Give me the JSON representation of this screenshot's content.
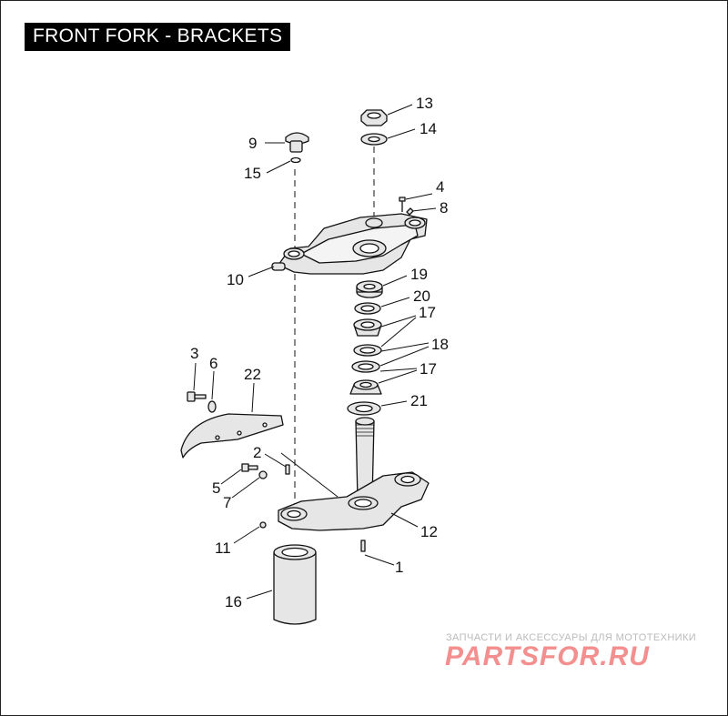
{
  "title": "FRONT FORK - BRACKETS",
  "watermark": {
    "tagline": "ЗАПЧАСТИ И АКСЕССУАРЫ ДЛЯ МОТОТЕХНИКИ",
    "logo": "PARTSFOR.RU"
  },
  "callouts": [
    "1",
    "2",
    "3",
    "4",
    "5",
    "6",
    "7",
    "8",
    "9",
    "10",
    "11",
    "12",
    "13",
    "14",
    "15",
    "16",
    "17",
    "18",
    "19",
    "20",
    "21",
    "22"
  ],
  "colors": {
    "ink": "#111111",
    "fill": "#e6e6e6",
    "title_bg": "#000000",
    "title_fg": "#ffffff",
    "logo": "#f06a6a"
  }
}
